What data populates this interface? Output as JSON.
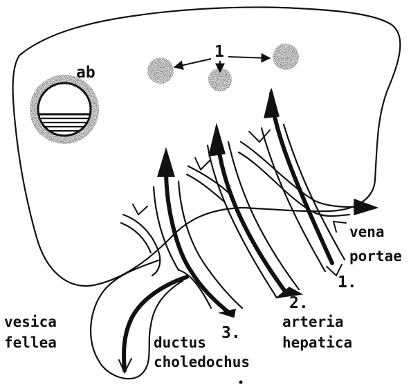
{
  "labels": {
    "abscess": "ab",
    "focus_number": "1",
    "vena_portae_line1": "vena",
    "vena_portae_line2": "portae",
    "route_1": "1.",
    "route_2": "2.",
    "route_3": "3.",
    "arteria_hepatica_line1": "arteria",
    "arteria_hepatica_line2": "hepatica",
    "vesica_fellea_line1": "vesica",
    "vesica_fellea_line2": "fellea",
    "ductus_choledochus_line1": "ductus",
    "ductus_choledochus_line2": "choledochus"
  },
  "colors": {
    "ink": "#111111",
    "paper": "#ffffff"
  }
}
